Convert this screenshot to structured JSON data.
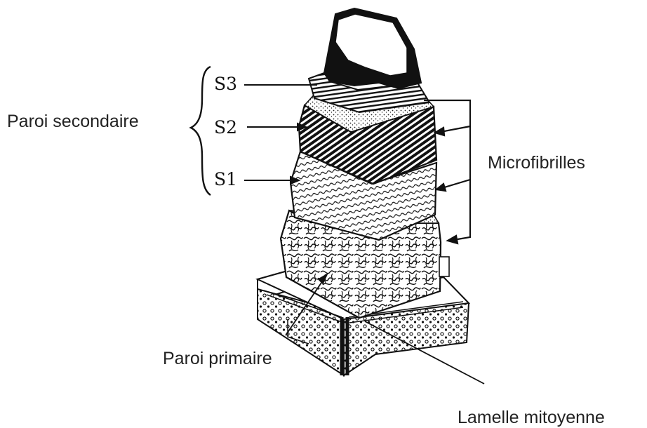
{
  "labels": {
    "secondary_wall": "Paroi secondaire",
    "s3": "S3",
    "s2": "S2",
    "s1": "S1",
    "microfibrils": "Microfibrilles",
    "primary_wall": "Paroi primaire",
    "middle_lamella": "Lamelle mitoyenne"
  }
}
